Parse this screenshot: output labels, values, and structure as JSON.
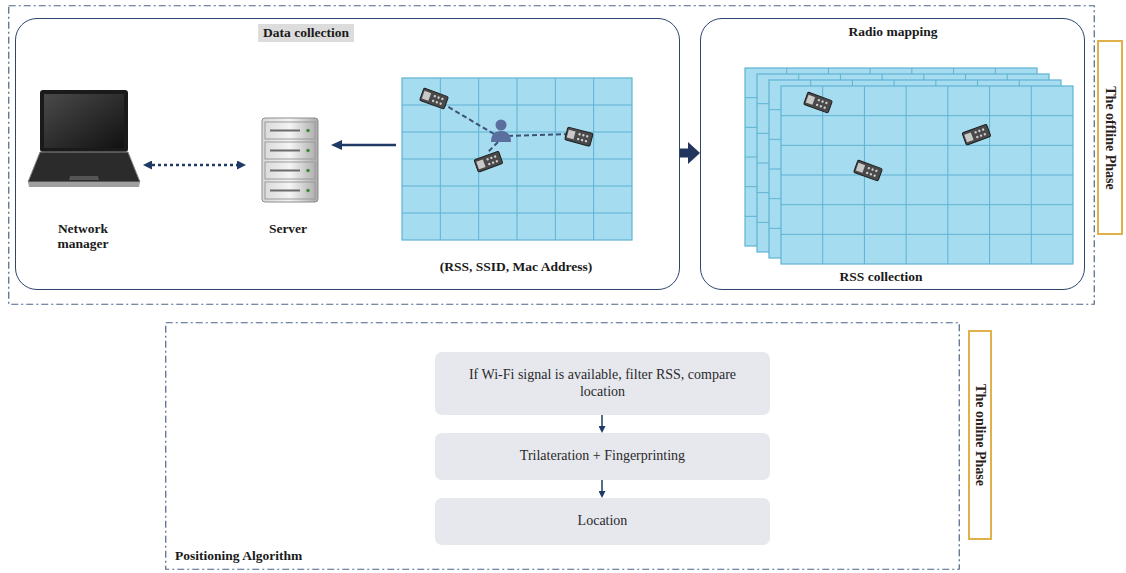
{
  "diagram": {
    "nodes": [
      {
        "text": [
          "The offline Phase"
        ]
      },
      {
        "text": [
          "Data collection"
        ],
        "in": 0
      },
      {
        "text": [
          "Network manager"
        ],
        "in": 1
      },
      {
        "text": [
          "Server"
        ],
        "in": 1
      },
      {
        "text": [
          "(RSS, SSID, Mac Address)"
        ],
        "in": 1
      },
      {
        "text": [
          "Radio mapping",
          "RSS collection"
        ],
        "in": 0
      },
      {
        "text": [
          "Positioning Algorithm",
          "The online Phase"
        ]
      },
      {
        "text": [
          "If Wi-Fi signal is available, filter RSS, compare location"
        ],
        "in": 6
      },
      {
        "text": [
          "Trilateration + Fingerprinting"
        ],
        "in": 6
      },
      {
        "text": [
          "Location"
        ],
        "in": 6
      }
    ],
    "edges": [
      {
        "from": 2,
        "to": 3,
        "arrow": "both"
      },
      {
        "from": 4,
        "to": 3,
        "arrow": "to"
      },
      {
        "from": 1,
        "to": 5,
        "arrow": "to"
      },
      {
        "from": 7,
        "to": 8,
        "arrow": "to"
      },
      {
        "from": 8,
        "to": 9,
        "arrow": "to"
      }
    ]
  }
}
